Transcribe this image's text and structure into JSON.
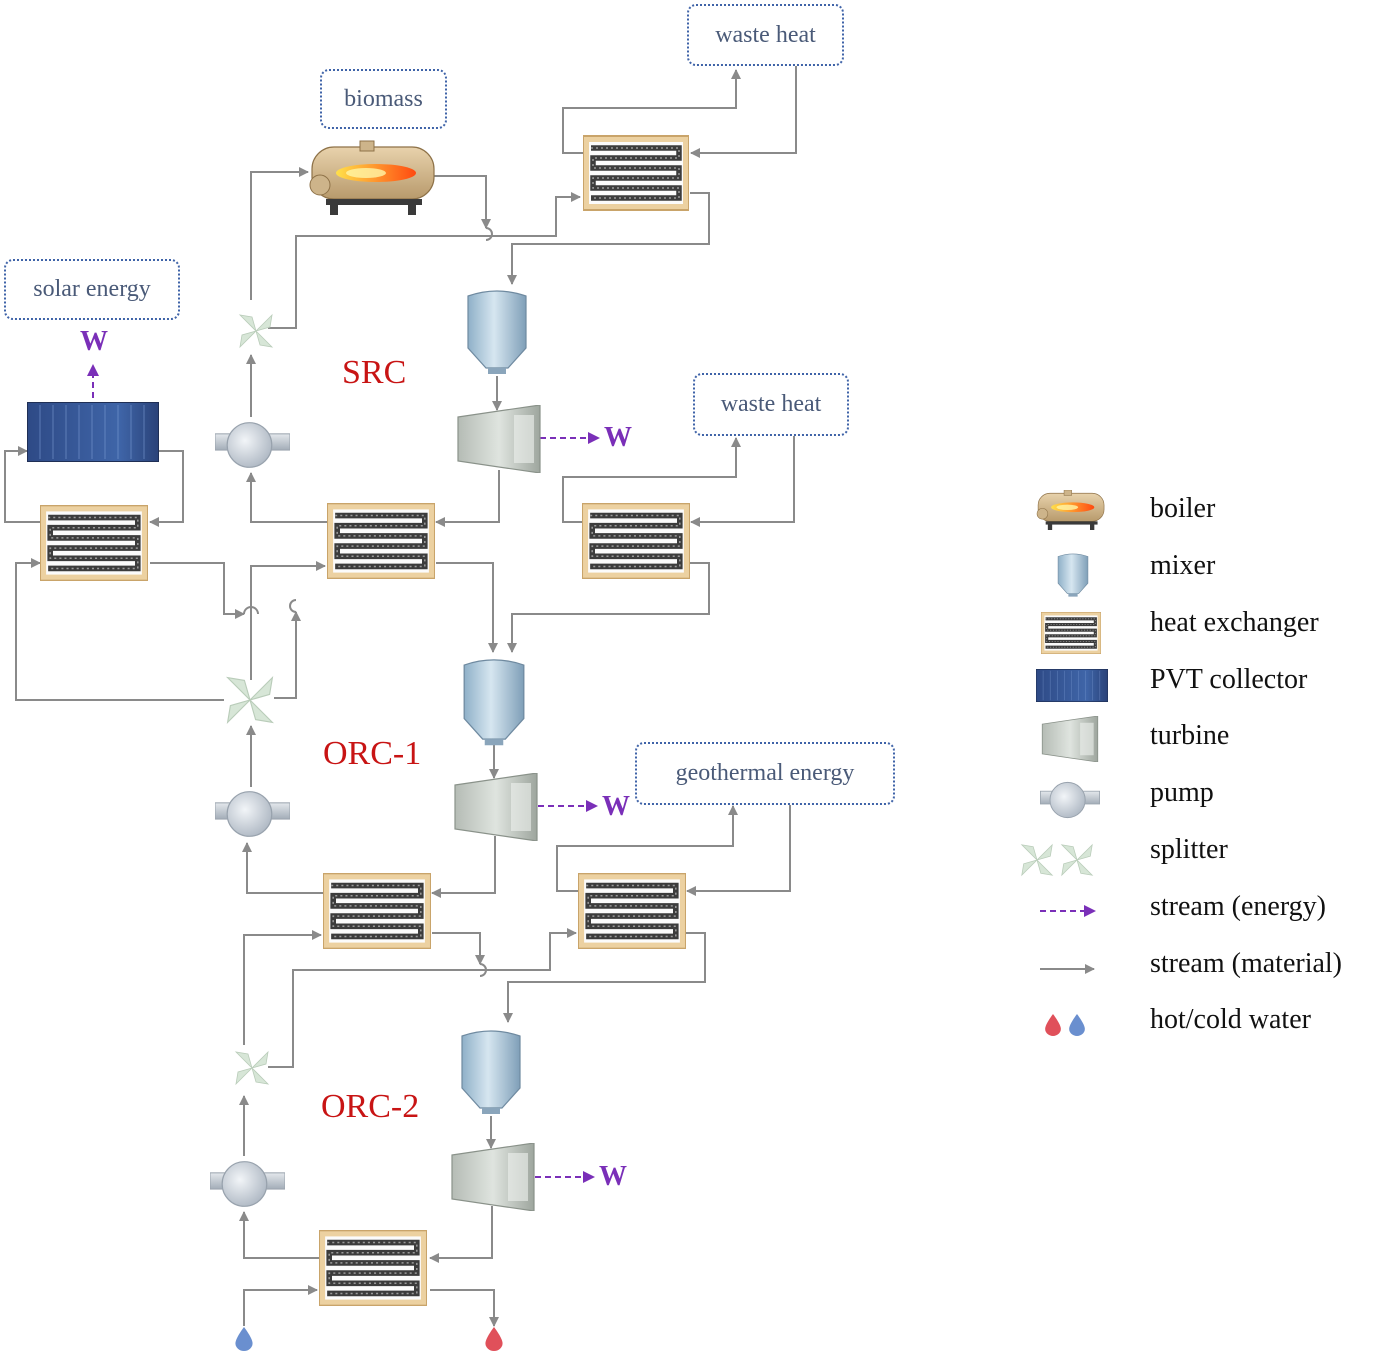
{
  "sources": {
    "waste_heat_top": "waste heat",
    "biomass": "biomass",
    "solar_energy": "solar energy",
    "waste_heat_mid": "waste heat",
    "geothermal_energy": "geothermal energy"
  },
  "cycles": {
    "src": "SRC",
    "orc1": "ORC-1",
    "orc2": "ORC-2"
  },
  "work_label": "W",
  "legend": {
    "boiler": "boiler",
    "mixer": "mixer",
    "heat_exchanger": "heat exchanger",
    "pvt_collector": "PVT collector",
    "turbine": "turbine",
    "pump": "pump",
    "splitter": "splitter",
    "stream_energy": "stream (energy)",
    "stream_material": "stream (material)",
    "hot_cold_water": "hot/cold water"
  },
  "colors": {
    "material_stream": "#8a8a8a",
    "energy_stream": "#7a2fb8",
    "cycle_label": "#c81414",
    "source_border": "#3f63a8",
    "hot_water": "#e0505a",
    "cold_water": "#6a8fcf"
  }
}
